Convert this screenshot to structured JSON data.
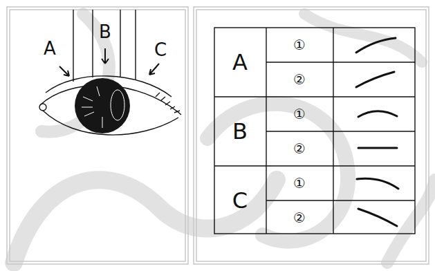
{
  "diagram": {
    "labels": [
      "A",
      "B",
      "C",
      "A",
      "①",
      "②",
      "B",
      "①",
      "②",
      "C",
      "①",
      "②"
    ]
  }
}
